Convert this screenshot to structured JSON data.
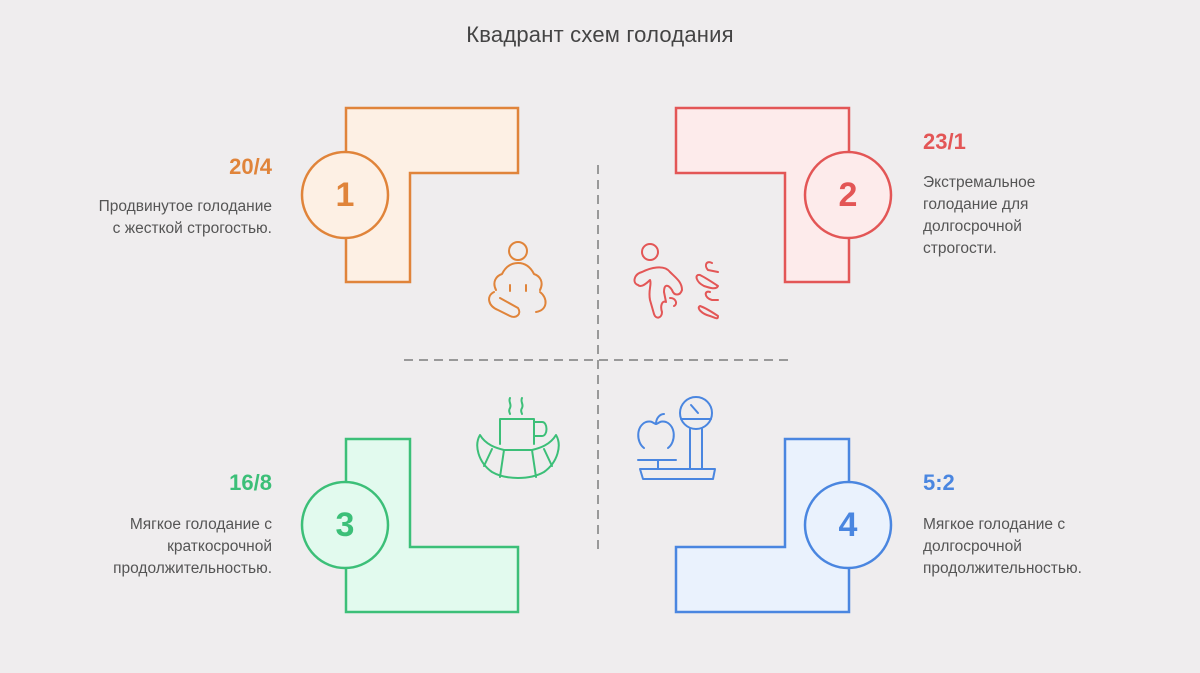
{
  "title": "Квадрант схем голодания",
  "colors": {
    "q1": "#e0843a",
    "q1_fill": "#fdf0e4",
    "q2": "#e35656",
    "q2_fill": "#fdebeb",
    "q3": "#3cbf78",
    "q3_fill": "#e2faee",
    "q4": "#4a86e0",
    "q4_fill": "#eaf2fd",
    "axis": "#999999",
    "background": "#efedee"
  },
  "quadrants": [
    {
      "number": "1",
      "label": "20/4",
      "description": [
        "Продвинутое голодание",
        "с жесткой строгостью."
      ],
      "icon": "meditation-person-icon"
    },
    {
      "number": "2",
      "label": "23/1",
      "description": [
        "Экстремальное",
        "голодание для",
        "долгосрочной",
        "строгости."
      ],
      "icon": "running-person-fire-icon"
    },
    {
      "number": "3",
      "label": "16/8",
      "description": [
        "Мягкое голодание с",
        "краткосрочной",
        "продолжительностью."
      ],
      "icon": "coffee-croissant-icon"
    },
    {
      "number": "4",
      "label": "5:2",
      "description": [
        "Мягкое голодание с",
        "долгосрочной",
        "продолжительностью."
      ],
      "icon": "apple-scale-icon"
    }
  ]
}
